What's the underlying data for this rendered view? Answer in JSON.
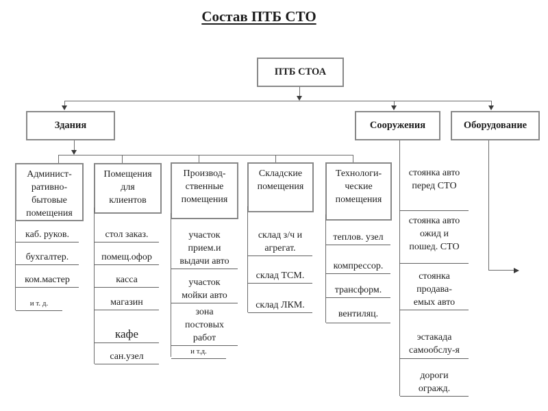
{
  "title": "Состав ПТБ СТО",
  "root_label": "ПТБ СТОА",
  "branches": {
    "buildings": "Здания",
    "structures": "Сооружения",
    "equipment": "Оборудование"
  },
  "building_columns": [
    {
      "header": "Админист-\nративно-\nбытовые\nпомещения",
      "items": [
        "каб. руков.",
        "бухгалтер.",
        "ком.мастер",
        "и т. д."
      ]
    },
    {
      "header": "Помещения\nдля\nклиентов",
      "items": [
        "стол заказ.",
        "помещ.офор",
        "касса",
        "магазин",
        "кафе",
        "сан.узел"
      ]
    },
    {
      "header": "Производ-\nственные\nпомещения",
      "items": [
        "участок\nприем.и\nвыдачи авто",
        "участок\nмойки авто",
        "зона\nпостовых\nработ",
        "и т.д."
      ]
    },
    {
      "header": "Складские\nпомещения",
      "items": [
        "склад з/ч и\nагрегат.",
        "склад ТСМ.",
        "склад ЛКМ."
      ]
    },
    {
      "header": "Технологи-\nческие\nпомещения",
      "items": [
        "теплов. узел",
        "компрессор.",
        "трансформ.",
        "вентиляц."
      ]
    }
  ],
  "structure_items": [
    "стоянка авто\nперед СТО",
    "стоянка авто\nожид и\nпошед. СТО",
    "стоянка\nпродава-\nемых авто",
    "эстакада\nсамообслу-я",
    "дороги\nогражд."
  ],
  "colors": {
    "line": "#6b6b6b",
    "box_border": "#878787",
    "text": "#1c1c1c",
    "arrow": "#3a3a3a"
  }
}
